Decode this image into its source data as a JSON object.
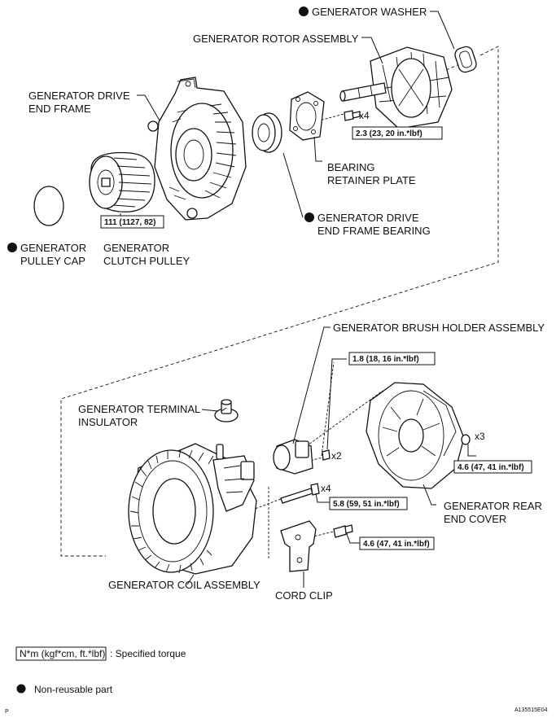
{
  "labels": {
    "generator_washer": "GENERATOR WASHER",
    "rotor_assembly": "GENERATOR ROTOR ASSEMBLY",
    "drive_end_frame_1": "GENERATOR DRIVE",
    "drive_end_frame_2": "END FRAME",
    "bearing_retainer_1": "BEARING",
    "bearing_retainer_2": "RETAINER PLATE",
    "drive_end_bearing_1": "GENERATOR DRIVE",
    "drive_end_bearing_2": "END FRAME BEARING",
    "pulley_cap_1": "GENERATOR",
    "pulley_cap_2": "PULLEY CAP",
    "clutch_pulley_1": "GENERATOR",
    "clutch_pulley_2": "CLUTCH PULLEY",
    "brush_holder": "GENERATOR BRUSH HOLDER ASSEMBLY",
    "terminal_insulator_1": "GENERATOR TERMINAL",
    "terminal_insulator_2": "INSULATOR",
    "rear_end_cover_1": "GENERATOR REAR",
    "rear_end_cover_2": "END COVER",
    "coil_assembly": "GENERATOR COIL ASSEMBLY",
    "cord_clip": "CORD CLIP"
  },
  "torques": {
    "rotor_bolts": "2.3 (23, 20 in.*lbf)",
    "pulley": "111 (1127, 82)",
    "brush_holder": "1.8 (18, 16 in.*lbf)",
    "rear_cover_nuts": "4.6 (47, 41 in.*lbf)",
    "coil_bolts": "5.8 (59, 51 in.*lbf)",
    "cord_clip_bolt": "4.6 (47, 41 in.*lbf)"
  },
  "quantities": {
    "rotor_bolts": "x4",
    "brush_holder_screws": "x2",
    "rear_cover_nuts": "x3",
    "coil_bolts": "x4"
  },
  "legend": {
    "torque_unit": "N*m (kgf*cm, ft.*lbf)",
    "torque_text": ": Specified torque",
    "nonreusable_text": "Non-reusable part"
  },
  "corner_marks": {
    "left": "P",
    "right": "A135515E04"
  }
}
